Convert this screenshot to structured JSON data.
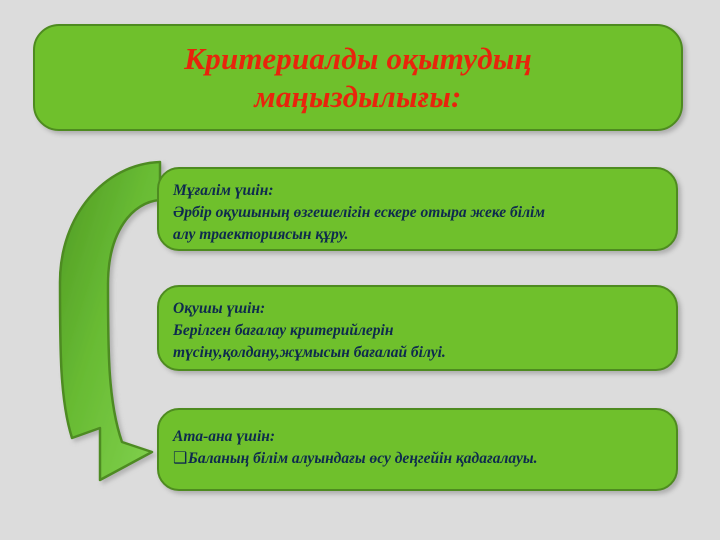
{
  "slide": {
    "background_color": "#dcdcdc",
    "title": {
      "line1": "Критериалды оқытудың",
      "line2": "маңыздылығы:",
      "text_color": "#e8240c",
      "box_fill": "#6fc02c",
      "box_border": "#4e8b20"
    },
    "arrow": {
      "name": "curved-down-arrow",
      "fill_light": "#76c943",
      "fill_dark": "#55a32a",
      "outline": "#4e8b20",
      "direction": "top-right curving left then down to right-pointing head"
    },
    "boxes": [
      {
        "heading": "Мұғалім үшін:",
        "lines": [
          "Әрбір оқушының өзгешелігін ескере отыра жеке білім",
          "алу траекториясын құру."
        ],
        "bullet": "",
        "fill": "#6fc02c",
        "border": "#4e8b20",
        "text_color": "#0e2a4e"
      },
      {
        "heading": "Оқушы үшін:",
        "lines": [
          "Берілген бағалау критерийлерін",
          "түсіну,қолдану,жұмысын бағалай білуі."
        ],
        "bullet": "",
        "fill": "#6fc02c",
        "border": "#4e8b20",
        "text_color": "#0e2a4e"
      },
      {
        "heading": "Ата-ана үшін:",
        "lines": [
          "Баланың білім алуындағы өсу деңгейін қадағалауы."
        ],
        "bullet": "❑",
        "fill": "#6fc02c",
        "border": "#4e8b20",
        "text_color": "#0e2a4e"
      }
    ]
  }
}
